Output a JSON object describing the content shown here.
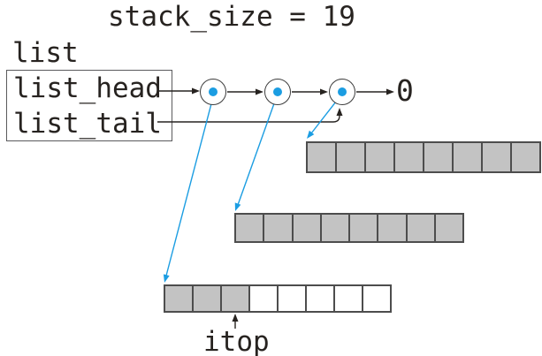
{
  "title": "stack_size = 19",
  "record": {
    "label": "list",
    "fields": [
      "list_head",
      "list_tail"
    ]
  },
  "nodes": {
    "count": 3,
    "terminator": "0"
  },
  "arrays": [
    {
      "name": "stack-block-top",
      "cells": [
        "filled",
        "filled",
        "filled",
        "filled",
        "filled",
        "filled",
        "filled",
        "filled"
      ]
    },
    {
      "name": "stack-block-middle",
      "cells": [
        "filled",
        "filled",
        "filled",
        "filled",
        "filled",
        "filled",
        "filled",
        "filled"
      ]
    },
    {
      "name": "stack-block-bottom",
      "cells": [
        "filled",
        "filled",
        "filled",
        "empty",
        "empty",
        "empty",
        "empty",
        "empty"
      ]
    }
  ],
  "itop": {
    "label": "itop"
  },
  "colors": {
    "accent_blue": "#1b9de2",
    "ink": "#272320",
    "border_gray": "#4d4d4d",
    "cell_fill": "#c3c3c3",
    "cell_empty": "#ffffff"
  }
}
